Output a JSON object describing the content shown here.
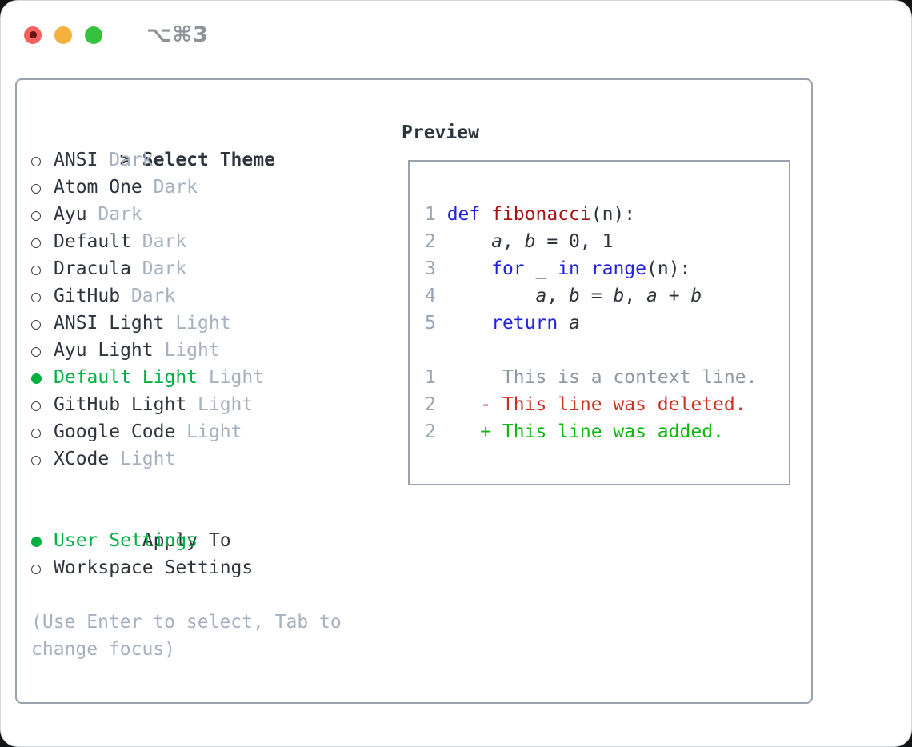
{
  "titlebar": {
    "shortcut": "⌥⌘3",
    "buttons": [
      "close",
      "minimize",
      "zoom"
    ]
  },
  "theme_list": {
    "prompt": ">",
    "header": "Select Theme",
    "items": [
      {
        "name": "ANSI",
        "variant": "Dark",
        "selected": false
      },
      {
        "name": "Atom One",
        "variant": "Dark",
        "selected": false
      },
      {
        "name": "Ayu",
        "variant": "Dark",
        "selected": false
      },
      {
        "name": "Default",
        "variant": "Dark",
        "selected": false
      },
      {
        "name": "Dracula",
        "variant": "Dark",
        "selected": false
      },
      {
        "name": "GitHub",
        "variant": "Dark",
        "selected": false
      },
      {
        "name": "ANSI Light",
        "variant": "Light",
        "selected": false
      },
      {
        "name": "Ayu Light",
        "variant": "Light",
        "selected": false
      },
      {
        "name": "Default Light",
        "variant": "Light",
        "selected": true
      },
      {
        "name": "GitHub Light",
        "variant": "Light",
        "selected": false
      },
      {
        "name": "Google Code",
        "variant": "Light",
        "selected": false
      },
      {
        "name": "XCode",
        "variant": "Light",
        "selected": false
      }
    ]
  },
  "apply_to": {
    "header": "Apply To",
    "options": [
      {
        "label": "User Settings",
        "selected": true
      },
      {
        "label": "Workspace Settings",
        "selected": false
      }
    ]
  },
  "hint": "(Use Enter to select, Tab to change focus)",
  "preview": {
    "title": "Preview",
    "lines": [
      [
        {
          "s": "num",
          "t": "1 "
        },
        {
          "s": "kw",
          "t": "def"
        },
        {
          "s": "pl",
          "t": " "
        },
        {
          "s": "fn",
          "t": "fibonacci"
        },
        {
          "s": "pl",
          "t": "(n):"
        }
      ],
      [
        {
          "s": "num",
          "t": "2 "
        },
        {
          "s": "pl",
          "t": "    "
        },
        {
          "s": "var",
          "t": "a"
        },
        {
          "s": "pl",
          "t": ", "
        },
        {
          "s": "var",
          "t": "b"
        },
        {
          "s": "pl",
          "t": " = 0, 1"
        }
      ],
      [
        {
          "s": "num",
          "t": "3 "
        },
        {
          "s": "pl",
          "t": "    "
        },
        {
          "s": "kw",
          "t": "for"
        },
        {
          "s": "pl",
          "t": " _ "
        },
        {
          "s": "kw",
          "t": "in"
        },
        {
          "s": "pl",
          "t": " "
        },
        {
          "s": "kw",
          "t": "range"
        },
        {
          "s": "pl",
          "t": "(n):"
        }
      ],
      [
        {
          "s": "num",
          "t": "4 "
        },
        {
          "s": "pl",
          "t": "        "
        },
        {
          "s": "var",
          "t": "a"
        },
        {
          "s": "pl",
          "t": ", "
        },
        {
          "s": "var",
          "t": "b"
        },
        {
          "s": "pl",
          "t": " = "
        },
        {
          "s": "var",
          "t": "b"
        },
        {
          "s": "pl",
          "t": ", "
        },
        {
          "s": "var",
          "t": "a"
        },
        {
          "s": "pl",
          "t": " + "
        },
        {
          "s": "var",
          "t": "b"
        }
      ],
      [
        {
          "s": "num",
          "t": "5 "
        },
        {
          "s": "pl",
          "t": "    "
        },
        {
          "s": "kw",
          "t": "return"
        },
        {
          "s": "pl",
          "t": " "
        },
        {
          "s": "var",
          "t": "a"
        }
      ],
      [],
      [
        {
          "s": "num",
          "t": "1"
        },
        {
          "s": "ctx",
          "t": "      This is a context line."
        }
      ],
      [
        {
          "s": "num",
          "t": "2"
        },
        {
          "s": "del",
          "t": "    - This line was deleted."
        }
      ],
      [
        {
          "s": "num",
          "t": "2"
        },
        {
          "s": "add",
          "t": "    + This line was added."
        }
      ]
    ]
  },
  "colors": {
    "text-dark": "#2e343c",
    "muted": "#a6b0bf",
    "line-number": "#9aa5b3",
    "context-gray": "#8e97a2",
    "keyword-blue": "#2121e0",
    "func-red": "#a31515",
    "sel-green": "#00b141",
    "add-green": "#0db80d",
    "del-red": "#cc3120",
    "panel-border": "#9aa3ad",
    "titlebar-gray": "#8e9398",
    "traffic-red": "#f5615e",
    "traffic-red-dot": "#641312",
    "traffic-yellow": "#f4b13d",
    "traffic-green": "#35c23f"
  }
}
